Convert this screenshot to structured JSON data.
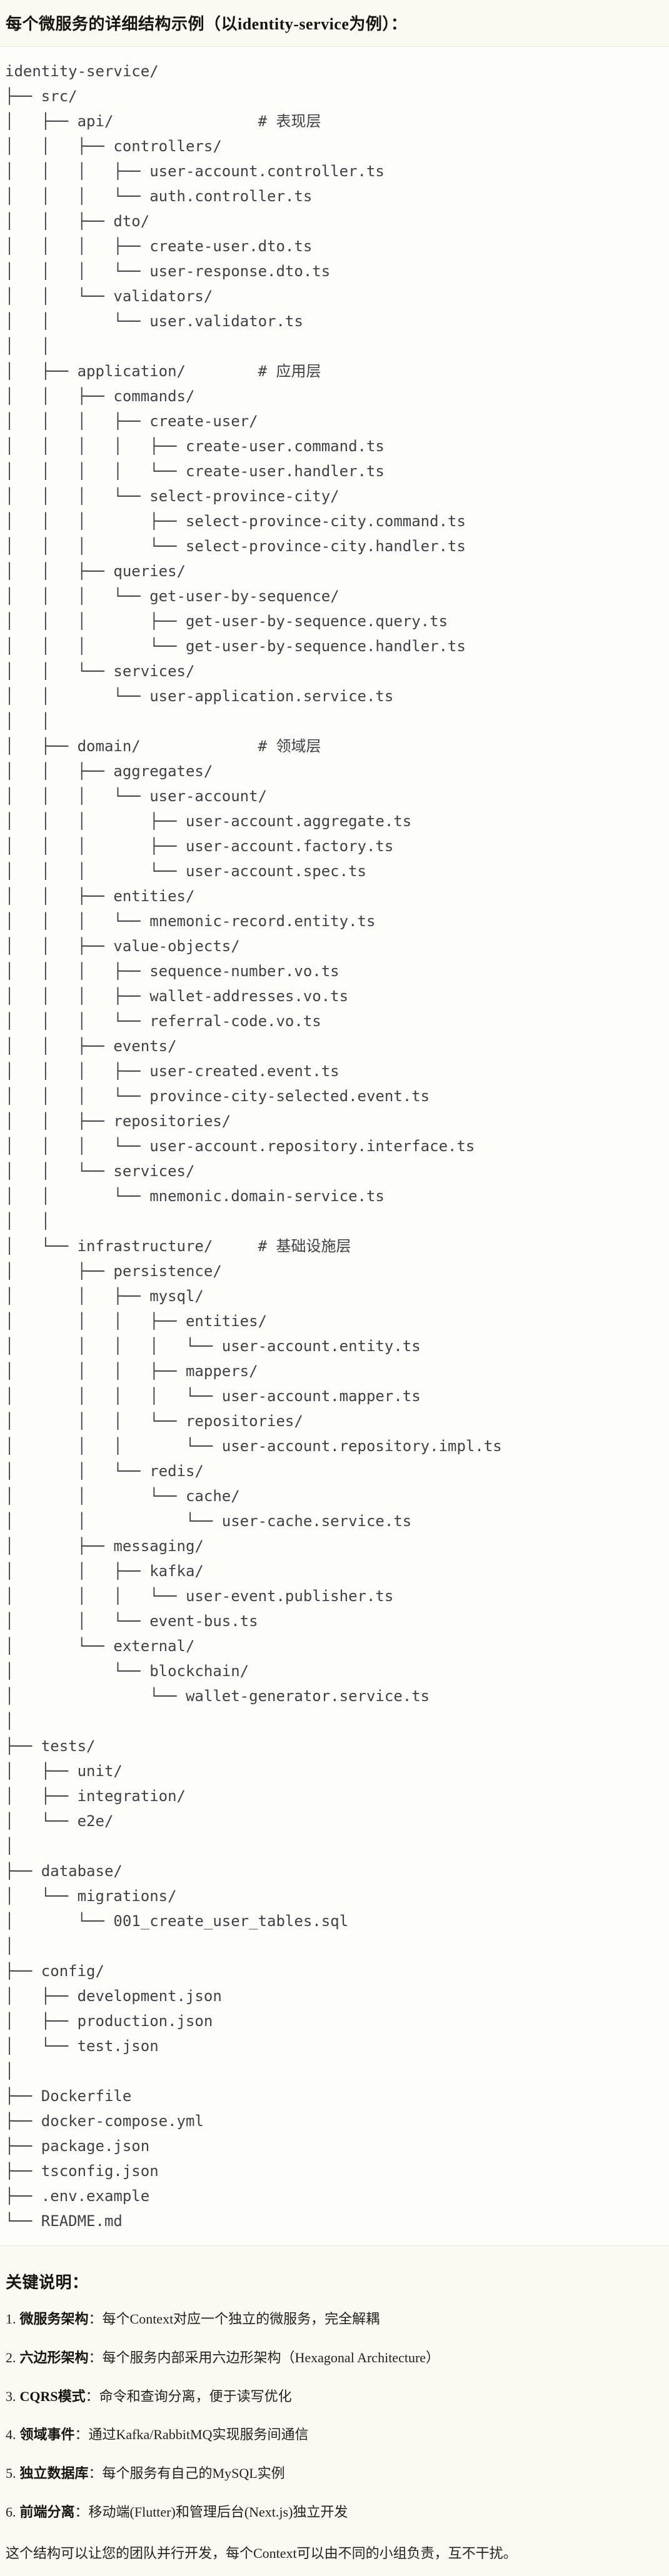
{
  "page": {
    "title": "每个微服务的详细结构示例（以identity-service为例）："
  },
  "tree": {
    "lines": [
      "identity-service/",
      "├── src/",
      "│   ├── api/                # 表现层",
      "│   │   ├── controllers/",
      "│   │   │   ├── user-account.controller.ts",
      "│   │   │   └── auth.controller.ts",
      "│   │   ├── dto/",
      "│   │   │   ├── create-user.dto.ts",
      "│   │   │   └── user-response.dto.ts",
      "│   │   └── validators/",
      "│   │       └── user.validator.ts",
      "│   │",
      "│   ├── application/        # 应用层",
      "│   │   ├── commands/",
      "│   │   │   ├── create-user/",
      "│   │   │   │   ├── create-user.command.ts",
      "│   │   │   │   └── create-user.handler.ts",
      "│   │   │   └── select-province-city/",
      "│   │   │       ├── select-province-city.command.ts",
      "│   │   │       └── select-province-city.handler.ts",
      "│   │   ├── queries/",
      "│   │   │   └── get-user-by-sequence/",
      "│   │   │       ├── get-user-by-sequence.query.ts",
      "│   │   │       └── get-user-by-sequence.handler.ts",
      "│   │   └── services/",
      "│   │       └── user-application.service.ts",
      "│   │",
      "│   ├── domain/             # 领域层",
      "│   │   ├── aggregates/",
      "│   │   │   └── user-account/",
      "│   │   │       ├── user-account.aggregate.ts",
      "│   │   │       ├── user-account.factory.ts",
      "│   │   │       └── user-account.spec.ts",
      "│   │   ├── entities/",
      "│   │   │   └── mnemonic-record.entity.ts",
      "│   │   ├── value-objects/",
      "│   │   │   ├── sequence-number.vo.ts",
      "│   │   │   ├── wallet-addresses.vo.ts",
      "│   │   │   └── referral-code.vo.ts",
      "│   │   ├── events/",
      "│   │   │   ├── user-created.event.ts",
      "│   │   │   └── province-city-selected.event.ts",
      "│   │   ├── repositories/",
      "│   │   │   └── user-account.repository.interface.ts",
      "│   │   └── services/",
      "│   │       └── mnemonic.domain-service.ts",
      "│   │",
      "│   └── infrastructure/     # 基础设施层",
      "│       ├── persistence/",
      "│       │   ├── mysql/",
      "│       │   │   ├── entities/",
      "│       │   │   │   └── user-account.entity.ts",
      "│       │   │   ├── mappers/",
      "│       │   │   │   └── user-account.mapper.ts",
      "│       │   │   └── repositories/",
      "│       │   │       └── user-account.repository.impl.ts",
      "│       │   └── redis/",
      "│       │       └── cache/",
      "│       │           └── user-cache.service.ts",
      "│       ├── messaging/",
      "│       │   ├── kafka/",
      "│       │   │   └── user-event.publisher.ts",
      "│       │   └── event-bus.ts",
      "│       └── external/",
      "│           └── blockchain/",
      "│               └── wallet-generator.service.ts",
      "│",
      "├── tests/",
      "│   ├── unit/",
      "│   ├── integration/",
      "│   └── e2e/",
      "│",
      "├── database/",
      "│   └── migrations/",
      "│       └── 001_create_user_tables.sql",
      "│",
      "├── config/",
      "│   ├── development.json",
      "│   ├── production.json",
      "│   └── test.json",
      "│",
      "├── Dockerfile",
      "├── docker-compose.yml",
      "├── package.json",
      "├── tsconfig.json",
      "├── .env.example",
      "└── README.md"
    ]
  },
  "notes": {
    "heading": "关键说明：",
    "items": [
      {
        "num": "1.",
        "label": "微服务架构",
        "text": "：每个Context对应一个独立的微服务，完全解耦"
      },
      {
        "num": "2.",
        "label": "六边形架构",
        "text": "：每个服务内部采用六边形架构（Hexagonal Architecture）"
      },
      {
        "num": "3.",
        "label": "CQRS模式",
        "text": "：命令和查询分离，便于读写优化"
      },
      {
        "num": "4.",
        "label": "领域事件",
        "text": "：通过Kafka/RabbitMQ实现服务间通信"
      },
      {
        "num": "5.",
        "label": "独立数据库",
        "text": "：每个服务有自己的MySQL实例"
      },
      {
        "num": "6.",
        "label": "前端分离",
        "text": "：移动端(Flutter)和管理后台(Next.js)独立开发"
      }
    ],
    "footer": "这个结构可以让您的团队并行开发，每个Context可以由不同的小组负责，互不干扰。"
  }
}
